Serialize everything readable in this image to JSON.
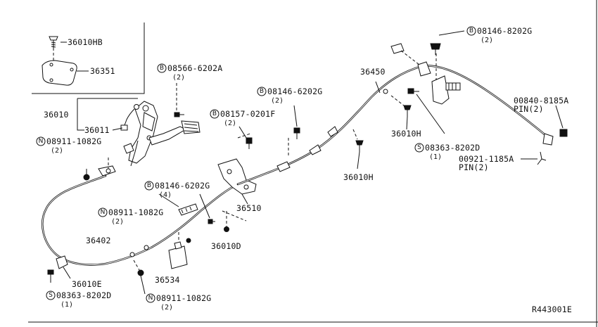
{
  "diagram": {
    "ref_code": "R443001E",
    "labels": {
      "p36010hb": "36010HB",
      "p36351": "36351",
      "p36010": "36010",
      "p36011": "36011",
      "p08911_a": "08911-1082G",
      "p08911_a_qty": "(2)",
      "p08566": "08566-6202A",
      "p08566_qty": "(2)",
      "p08146_a": "08146-6202G",
      "p08146_a_qty": "(2)",
      "p08157": "08157-0201F",
      "p08157_qty": "(2)",
      "p08146_b": "08146-6202G",
      "p08146_b_qty": "(4)",
      "p08911_b": "08911-1082G",
      "p08911_b_qty": "(2)",
      "p36450": "36450",
      "p08146_c": "08146-8202G",
      "p08146_c_qty": "(2)",
      "p00840": "00840-8185A",
      "p00840_pin": "PIN(2)",
      "p36010h_a": "36010H",
      "p08363_a": "08363-8202D",
      "p08363_a_qty": "(1)",
      "p00921": "00921-1185A",
      "p00921_pin": "PIN(2)",
      "p36010h_b": "36010H",
      "p36510": "36510",
      "p36010d": "36010D",
      "p36402": "36402",
      "p36534": "36534",
      "p36010e": "36010E",
      "p08363_b": "08363-8202D",
      "p08363_b_qty": "(1)",
      "p08911_c": "08911-1082G",
      "p08911_c_qty": "(2)"
    },
    "prefixes": {
      "b": "B",
      "n": "N",
      "s": "S"
    }
  }
}
